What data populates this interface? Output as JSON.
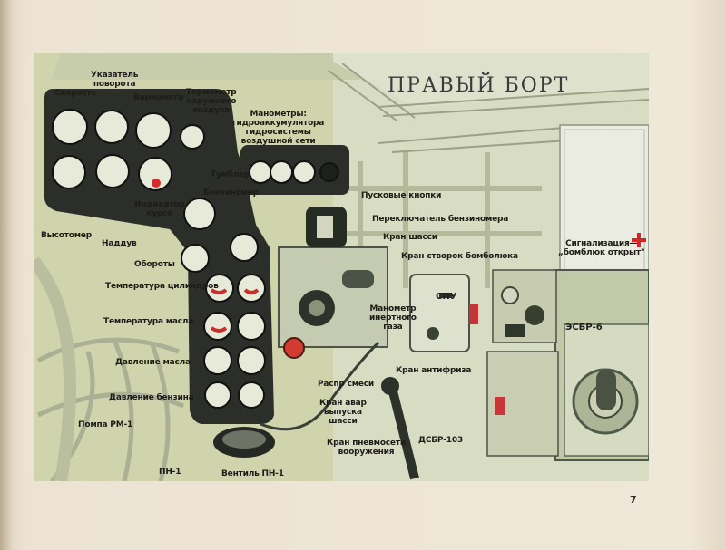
{
  "title": "ПРАВЫЙ БОРТ",
  "page_number": "7",
  "labels": {
    "speed": "Скорость",
    "turn_indicator": "Указатель\nповорота",
    "variometer": "Вариометр",
    "thermometer": "Термометр\nнаружного\nвоздуха",
    "pressure_gauges": "Манометры:\nгидроаккумулятора\nгидросистемы\nвоздушной сети",
    "toggle_switch": "Тумблер",
    "fuel_gauge": "Бензиномер",
    "course_indicator": "Индикатор\nкурса",
    "altimeter": "Высотомер",
    "boost": "Наддув",
    "rpm": "Обороты",
    "cyl_temp": "Температура цилиндров",
    "oil_temp": "Температура масла",
    "oil_pressure": "Давление масла",
    "fuel_pressure": "Давление бензина",
    "pump": "Помпа РМ-1",
    "pn1": "ПН-1",
    "valve_pn1": "Вентиль ПН-1",
    "start_buttons": "Пусковые кнопки",
    "fuel_switch": "Переключатель бензиномера",
    "gear_valve": "Кран шасси",
    "bomb_doors": "Кран створок бомболюка",
    "inert_gas": "Манометр\nинертного\nгаза",
    "antifreeze": "Кран антифриза",
    "mixture": "Распр смеси",
    "emergency_gear": "Кран авар\nвыпуска\nшасси",
    "pneumatic_weapons": "Кран пневмосети\nвооружения",
    "dsbr": "ДСБР-103",
    "bomb_signal": "Сигнализация—\n„бомблюк открыт\"",
    "spu": "СПУ",
    "esbr": "ЭСБР-6"
  }
}
